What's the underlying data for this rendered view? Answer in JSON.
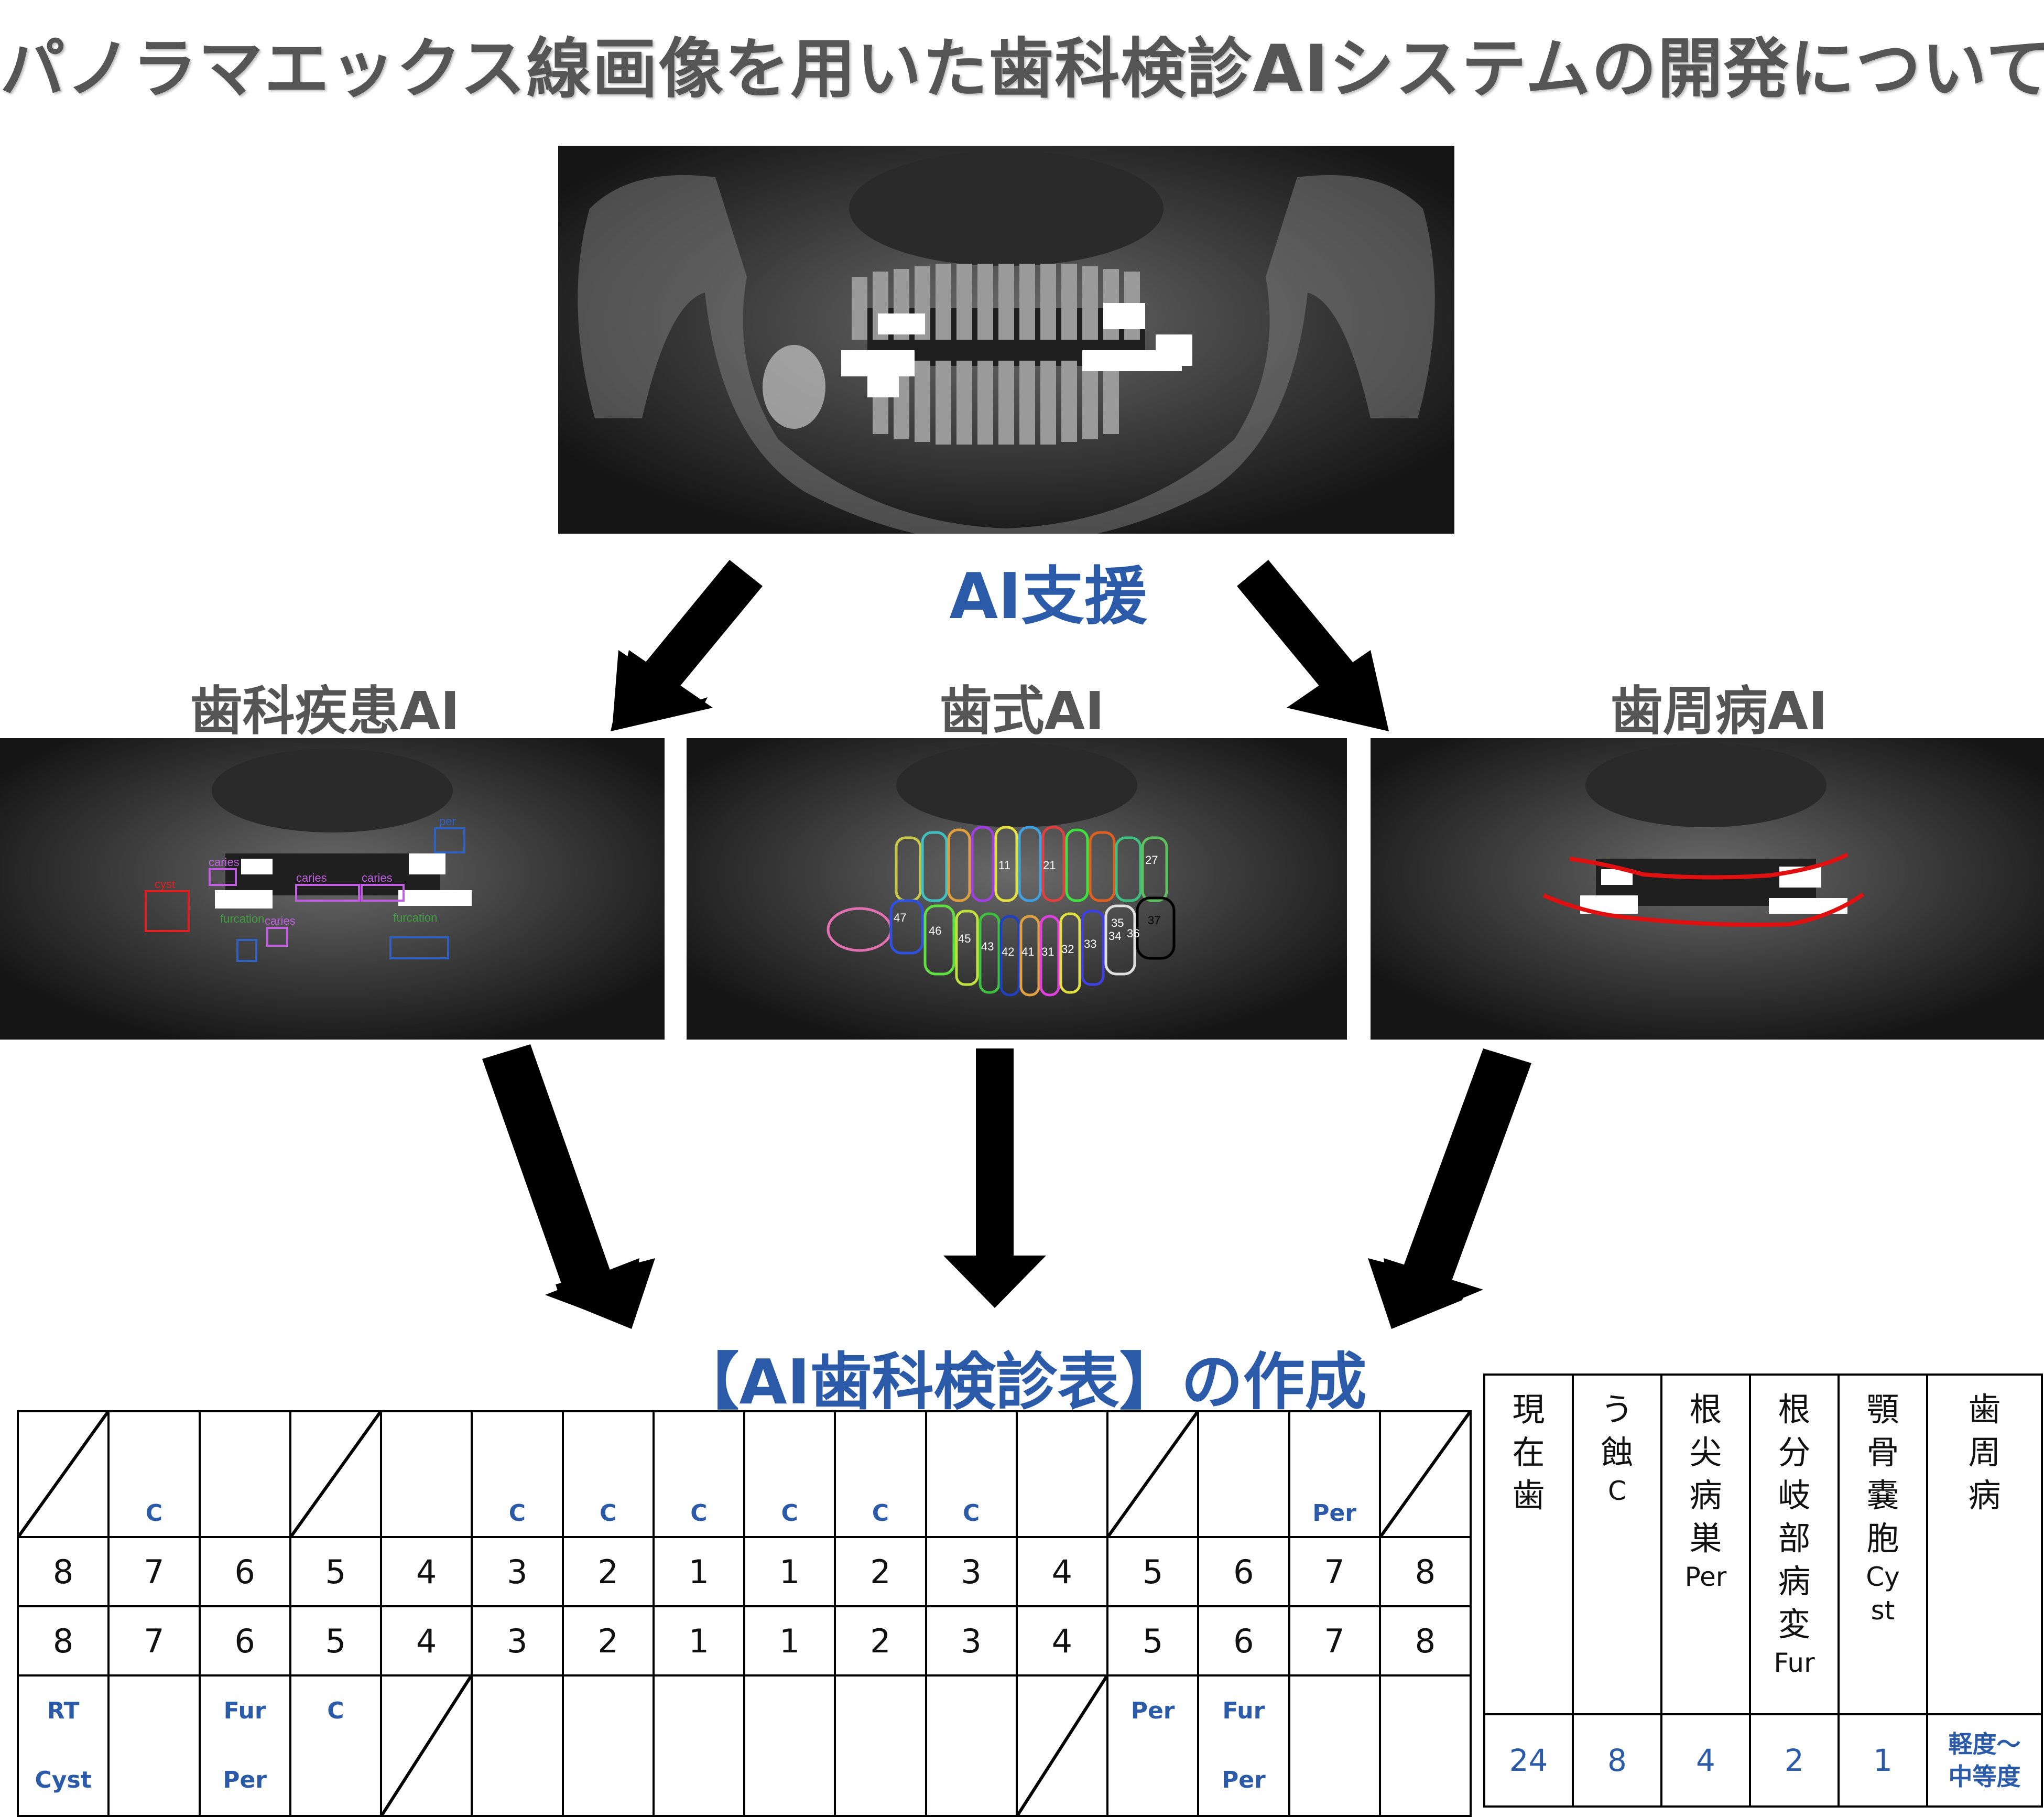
{
  "title": "パノラマエックス線画像を用いた歯科検診AIシステムの開発について",
  "ai_support_label": "AI支援",
  "panels": {
    "disease": {
      "title": "歯科疾患AI",
      "boxes": [
        {
          "label": "cyst",
          "color": "#e02020"
        },
        {
          "label": "caries",
          "color": "#c060e0"
        },
        {
          "label": "caries",
          "color": "#c060e0"
        },
        {
          "label": "caries",
          "color": "#c060e0"
        },
        {
          "label": "caries",
          "color": "#c060e0"
        },
        {
          "label": "per",
          "color": "#3060c0"
        },
        {
          "label": "furcation",
          "color": "#40a040"
        },
        {
          "label": "furcation",
          "color": "#40a040"
        }
      ]
    },
    "notation": {
      "title": "歯式AI",
      "tooth_labels": [
        "47",
        "46",
        "45",
        "43",
        "42",
        "41",
        "31",
        "32",
        "33",
        "34",
        "35",
        "36",
        "37",
        "11",
        "21",
        "27"
      ]
    },
    "periodontal": {
      "title": "歯周病AI",
      "line_color": "#e01010"
    }
  },
  "output_label": "【AI歯科検診表】の作成",
  "dental_chart": {
    "upper_annotations": [
      "/",
      "C",
      "",
      "/",
      "",
      "C",
      "C",
      "C",
      "C",
      "C",
      "C",
      "",
      "/",
      "",
      "Per",
      "/"
    ],
    "upper_numbers": [
      "8",
      "7",
      "6",
      "5",
      "4",
      "3",
      "2",
      "1",
      "1",
      "2",
      "3",
      "4",
      "5",
      "6",
      "7",
      "8"
    ],
    "lower_numbers": [
      "8",
      "7",
      "6",
      "5",
      "4",
      "3",
      "2",
      "1",
      "1",
      "2",
      "3",
      "4",
      "5",
      "6",
      "7",
      "8"
    ],
    "lower_annotations": [
      [
        "RT",
        "Cyst"
      ],
      [
        "",
        ""
      ],
      [
        "Fur",
        "Per"
      ],
      [
        "C",
        ""
      ],
      [
        "/",
        ""
      ],
      [
        "",
        ""
      ],
      [
        "",
        ""
      ],
      [
        "",
        ""
      ],
      [
        "",
        ""
      ],
      [
        "",
        ""
      ],
      [
        "",
        ""
      ],
      [
        "/",
        ""
      ],
      [
        "Per",
        ""
      ],
      [
        "Fur",
        "Per"
      ],
      [
        "",
        ""
      ],
      [
        "",
        ""
      ]
    ]
  },
  "summary": {
    "columns": [
      {
        "chars": [
          "現",
          "在",
          "歯"
        ],
        "sub": [],
        "value": "24"
      },
      {
        "chars": [
          "う",
          "蝕"
        ],
        "sub": [
          "C"
        ],
        "value": "8"
      },
      {
        "chars": [
          "根",
          "尖",
          "病",
          "巣"
        ],
        "sub": [
          "Per"
        ],
        "value": "4"
      },
      {
        "chars": [
          "根",
          "分",
          "岐",
          "部",
          "病",
          "変"
        ],
        "sub": [
          "Fur"
        ],
        "value": "2"
      },
      {
        "chars": [
          "顎",
          "骨",
          "嚢",
          "胞"
        ],
        "sub": [
          "Cy",
          "st"
        ],
        "value": "1"
      },
      {
        "chars": [
          "歯",
          "周",
          "病"
        ],
        "sub": [],
        "value": "軽度〜中等度"
      }
    ]
  },
  "colors": {
    "accent_blue": "#2a5aa8",
    "title_gray": "#555555",
    "arrow": "#000000"
  }
}
